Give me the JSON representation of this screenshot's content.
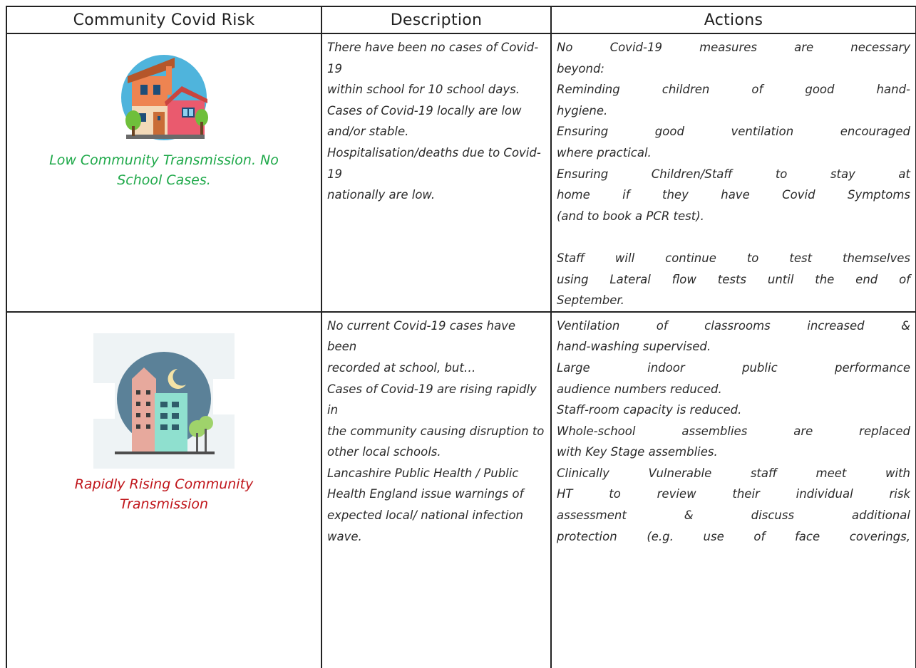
{
  "headers": [
    "Community Covid Risk",
    "Description",
    "Actions"
  ],
  "rows": [
    {
      "risk_label": "Low Community Transmission. No School Cases.",
      "risk_label_lines": [
        "Low Community Transmission. No",
        "School Cases."
      ],
      "risk_color": "#1fa94a",
      "icon": "house-icon",
      "description_lines": [
        "There have been no cases of Covid-19",
        "within school for 10 school days.",
        "Cases of Covid-19 locally are low",
        "and/or stable.",
        "Hospitalisation/deaths due to Covid-19",
        "nationally are low."
      ],
      "actions_lines": [
        "No Covid-19 measures are necessary",
        "beyond:",
        "Reminding children of good hand-",
        "hygiene.",
        "Ensuring good ventilation encouraged",
        "where practical.",
        "Ensuring Children/Staff to stay at",
        "home if they have Covid Symptoms",
        "(and to book a PCR test).",
        "",
        "Staff will continue to test themselves",
        "using Lateral flow tests until the end of",
        "September."
      ]
    },
    {
      "risk_label": "Rapidly Rising Community Transmission",
      "risk_label_lines": [
        "Rapidly Rising Community",
        "Transmission"
      ],
      "risk_color": "#c0161b",
      "icon": "city-buildings-icon",
      "description_lines": [
        "No current Covid-19 cases have been",
        "recorded at school, but…",
        "Cases of Covid-19 are rising rapidly in",
        "the community causing disruption to",
        "other local schools.",
        "Lancashire Public Health / Public",
        "Health England issue warnings of",
        "expected local/ national infection",
        "wave."
      ],
      "actions_lines": [
        "Ventilation of classrooms increased &",
        "hand-washing supervised.",
        "Large indoor public performance",
        "audience numbers reduced.",
        "Staff-room capacity is reduced.",
        "Whole-school assemblies are replaced",
        "with Key Stage assemblies.",
        "Clinically Vulnerable staff meet with",
        "HT to review their individual risk",
        "assessment & discuss additional",
        "protection (e.g. use of face coverings,"
      ]
    }
  ]
}
